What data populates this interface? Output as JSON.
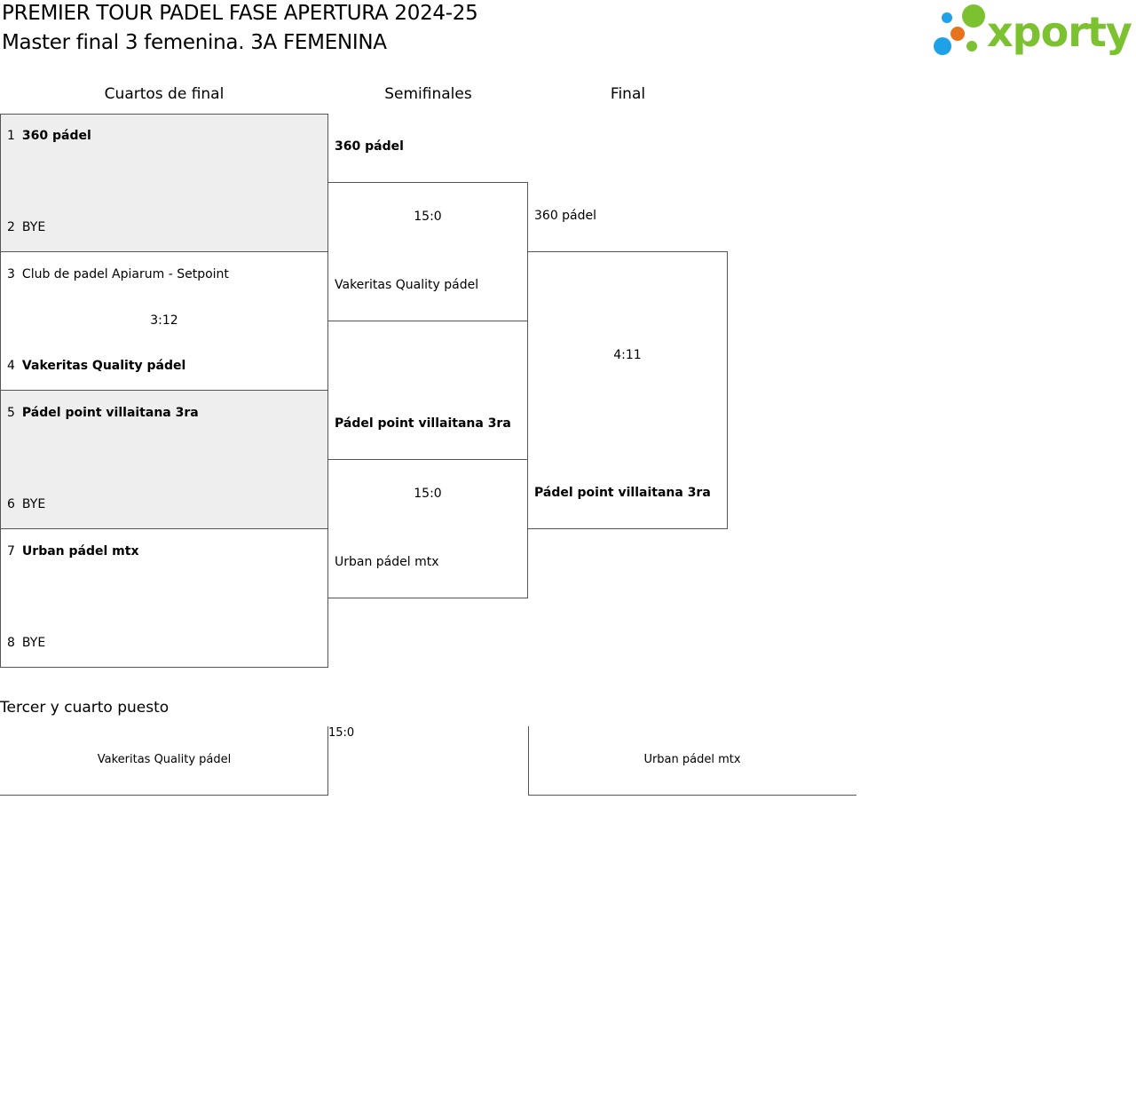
{
  "header": {
    "title_line1": "PREMIER TOUR PADEL FASE APERTURA 2024-25",
    "title_line2": "Master final 3 femenina. 3A FEMENINA",
    "logo_text": "xporty"
  },
  "rounds": [
    "Cuartos de final",
    "Semifinales",
    "Final"
  ],
  "quarterfinals": [
    {
      "seed_a": "1",
      "team_a": "360 pádel",
      "seed_b": "2",
      "team_b": "BYE",
      "score": ""
    },
    {
      "seed_a": "3",
      "team_a": "Club de padel Apiarum - Setpoint",
      "seed_b": "4",
      "team_b": "Vakeritas Quality pádel",
      "score": "3:12"
    },
    {
      "seed_a": "5",
      "team_a": "Pádel point villaitana 3ra",
      "seed_b": "6",
      "team_b": "BYE",
      "score": ""
    },
    {
      "seed_a": "7",
      "team_a": "Urban pádel mtx",
      "seed_b": "8",
      "team_b": "BYE",
      "score": ""
    }
  ],
  "semifinals": [
    {
      "team_a": "360 pádel",
      "team_b": "Vakeritas Quality pádel",
      "score": "15:0"
    },
    {
      "team_a": "Pádel point villaitana 3ra",
      "team_b": "Urban pádel mtx",
      "score": "15:0"
    }
  ],
  "final": {
    "team_a": "360 pádel",
    "team_b": "Pádel point villaitana 3ra",
    "score": "4:11"
  },
  "third_place": {
    "heading": "Tercer y cuarto puesto",
    "team_a": "Vakeritas Quality pádel",
    "team_b": "Urban pádel mtx",
    "score": "15:0"
  },
  "colors": {
    "logo_green": "#7cc12f",
    "logo_blue": "#1ea1e6",
    "logo_orange": "#e8731e",
    "shaded_bg": "#eeeeee"
  }
}
